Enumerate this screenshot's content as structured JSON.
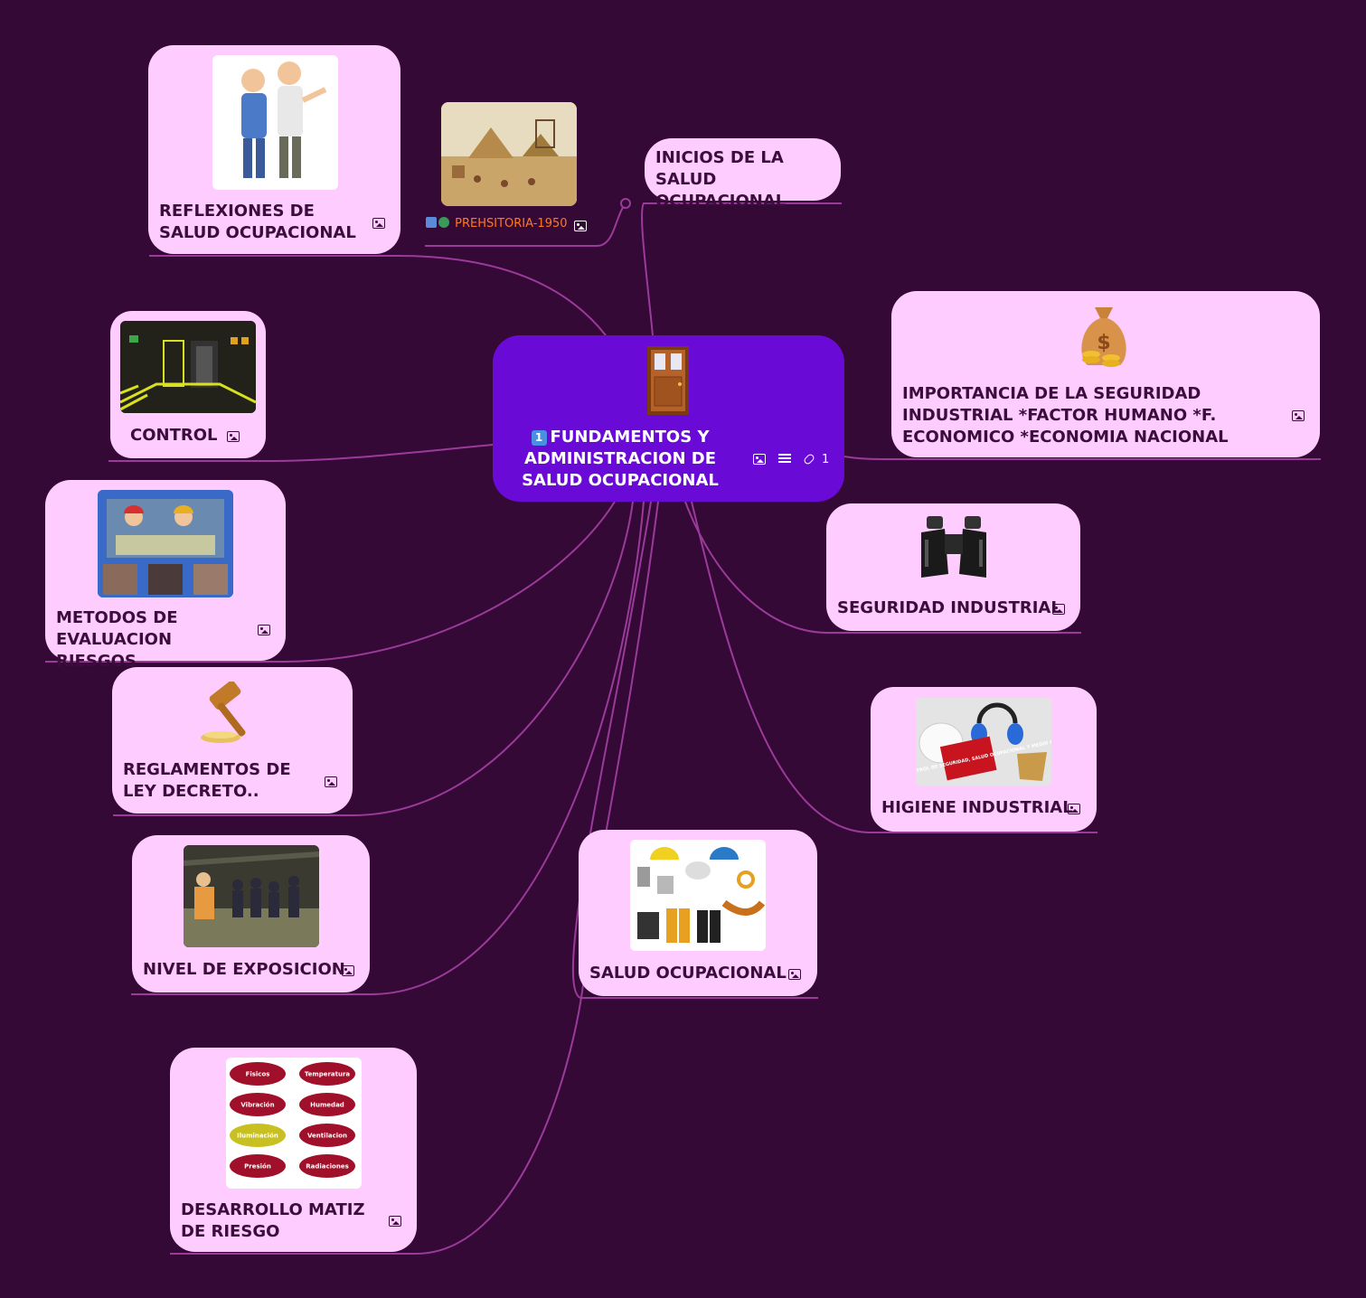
{
  "central": {
    "badge": "1",
    "title": "FUNDAMENTOS Y ADMINISTRACION DE SALUD OCUPACIONAL",
    "link_count": "1",
    "icon": "door-icon"
  },
  "nodes": {
    "reflexiones": "REFLEXIONES DE SALUD OCUPACIONAL",
    "inicios": "INICIOS DE LA SALUD OCUPACIONAL",
    "prehistoria": "PREHSITORIA-1950",
    "control": "CONTROL",
    "importancia": "IMPORTANCIA DE LA SEGURIDAD INDUSTRIAL *FACTOR HUMANO *F. ECONOMICO *ECONOMIA NACIONAL",
    "metodos": "METODOS DE EVALUACION RIESGOS",
    "seguridad": "SEGURIDAD INDUSTRIAL",
    "reglamentos": "REGLAMENTOS DE LEY DECRETO..",
    "higiene": "HIGIENE INDUSTRIAL",
    "nivel": "NIVEL DE EXPOSICION",
    "salud": "SALUD OCUPACIONAL",
    "desarrollo": "DESARROLLO MATIZ DE RIESGO"
  },
  "higiene_sign": "PARÁMETROS DE CONTROL DE SEGURIDAD, SALUD OCUPACIONAL Y MEDIO AMBIENTE",
  "matrix_labels": [
    "Fisicos",
    "Temperatura",
    "Vibración",
    "Humedad",
    "Iluminación",
    "Ventilacion",
    "Presión",
    "Radiaciones"
  ],
  "colors": {
    "background": "#350935",
    "node": "#ffccff",
    "central": "#6a0ad6",
    "edge": "#9a3a9a",
    "text": "#3a0d3a",
    "prehistoria_text": "#ff7722"
  }
}
